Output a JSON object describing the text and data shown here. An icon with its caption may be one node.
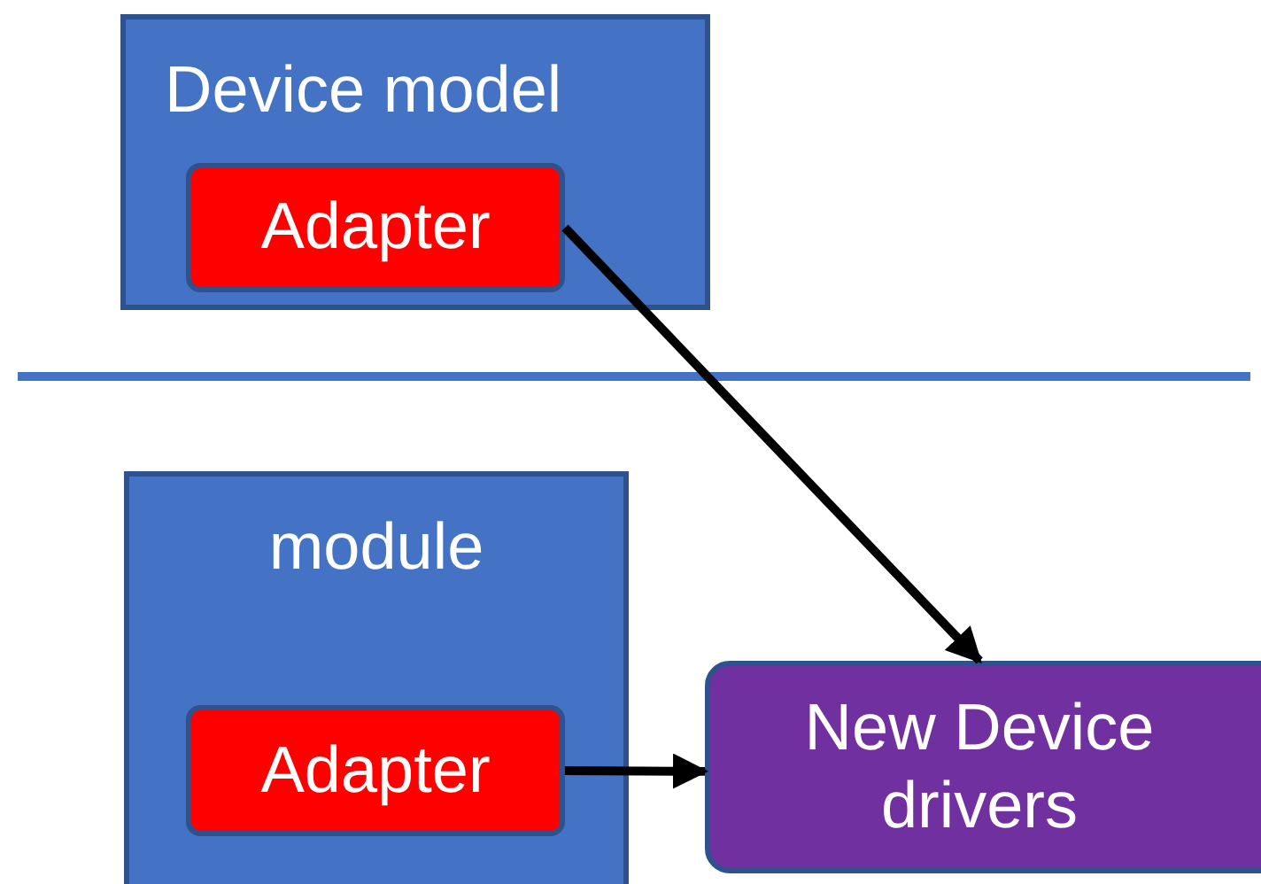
{
  "diagram": {
    "nodes": [
      {
        "text": [
          "Device model"
        ]
      },
      {
        "text": [
          "Adapter"
        ],
        "in": 0
      },
      {
        "text": [
          "module"
        ]
      },
      {
        "text": [
          "Adapter"
        ],
        "in": 2
      },
      {
        "text": [
          "New Device drivers"
        ]
      }
    ],
    "edges": [
      {
        "from": 1,
        "to": 4,
        "arrow": "to"
      },
      {
        "from": 3,
        "to": 4,
        "arrow": "to"
      }
    ]
  }
}
